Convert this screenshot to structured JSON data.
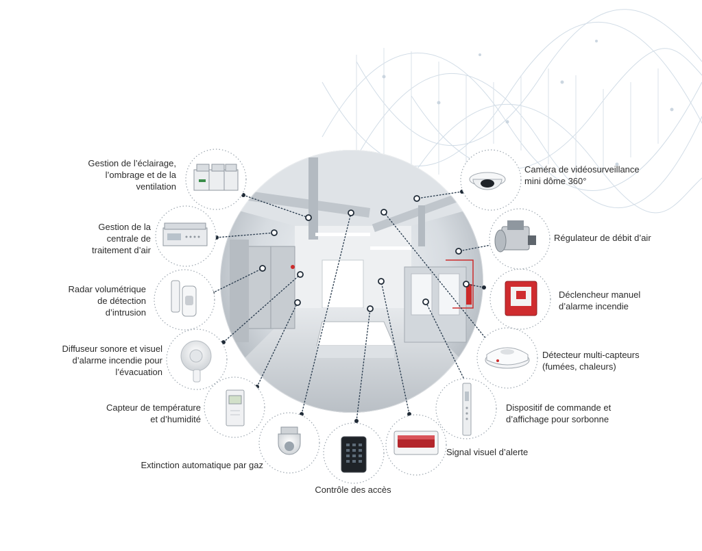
{
  "diagram": {
    "devices": [
      {
        "id": "eclairage",
        "label": "Gestion de l’éclairage,\nl’ombrage et de la\nventilation",
        "icon": "din-rail-controller-icon"
      },
      {
        "id": "centrale",
        "label": "Gestion de la\ncentrale de\ntraitement d’air",
        "icon": "air-handling-controller-icon"
      },
      {
        "id": "radar",
        "label": "Radar volumétrique\nde détection\nd’intrusion",
        "icon": "motion-radar-icon"
      },
      {
        "id": "diffuseur",
        "label": "Diffuseur sonore et visuel\nd’alarme incendie pour\nl’évacuation",
        "icon": "alarm-sounder-icon"
      },
      {
        "id": "capteur",
        "label": "Capteur de température\net d’humidité",
        "icon": "temperature-humidity-sensor-icon"
      },
      {
        "id": "extinction",
        "label": "Extinction automatique par gaz",
        "icon": "gas-extinguisher-icon"
      },
      {
        "id": "acces",
        "label": "Contrôle des accès",
        "icon": "keypad-icon"
      },
      {
        "id": "signal",
        "label": "Signal visuel d’alerte",
        "icon": "visual-alarm-icon"
      },
      {
        "id": "sorbonne",
        "label": "Dispositif de commande et\nd’affichage pour sorbonne",
        "icon": "fume-hood-panel-icon"
      },
      {
        "id": "detecteur",
        "label": "Détecteur multi-capteurs\n(fumées, chaleurs)",
        "icon": "smoke-detector-icon"
      },
      {
        "id": "declencheur",
        "label": "Déclencheur manuel\nd’alarme incendie",
        "icon": "manual-call-point-icon"
      },
      {
        "id": "regulateur",
        "label": "Régulateur de débit d’air",
        "icon": "airflow-valve-icon"
      },
      {
        "id": "camera",
        "label": "Caméra de vidéosurveillance\nmini dôme 360°",
        "icon": "dome-camera-icon"
      }
    ],
    "scene": {
      "icon": "laboratory-photo-icon"
    },
    "colors": {
      "accent": "#cc2b2b",
      "line": "#2c3e50",
      "dotted-ring": "#9aa4ad",
      "text": "#2b2b2b"
    }
  }
}
